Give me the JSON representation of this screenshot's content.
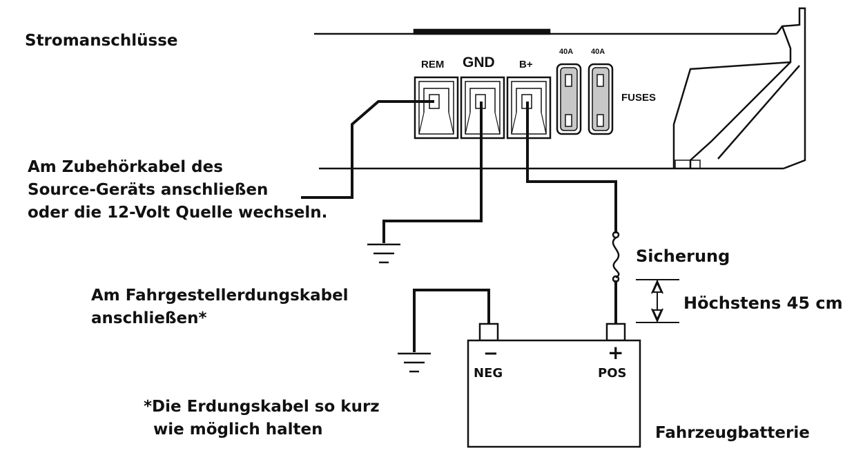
{
  "title": "Stromanschlüsse",
  "labels": {
    "accessory_line1": "Am Zubehörkabel des",
    "accessory_line2": "Source-Geräts anschließen",
    "accessory_line3": "oder die 12-Volt Quelle wechseln.",
    "chassis_line1": "Am Fahrgestellerdungskabel",
    "chassis_line2": "anschließen*",
    "note_line1": "*Die Erdungskabel so kurz",
    "note_line2": "wie möglich halten",
    "fuse": "Sicherung",
    "max_distance": "Höchstens 45 cm",
    "battery": "Fahrzeugbatterie"
  },
  "terminals": {
    "rem": "REM",
    "gnd": "GND",
    "bplus": "B+",
    "fuse1": "40A",
    "fuse2": "40A",
    "fuses": "FUSES"
  },
  "battery_terminals": {
    "neg_symbol": "−",
    "neg": "NEG",
    "pos_symbol": "+",
    "pos": "POS"
  },
  "colors": {
    "ink": "#111111",
    "fuse_fill": "#c8c8c8",
    "background": "#ffffff"
  }
}
